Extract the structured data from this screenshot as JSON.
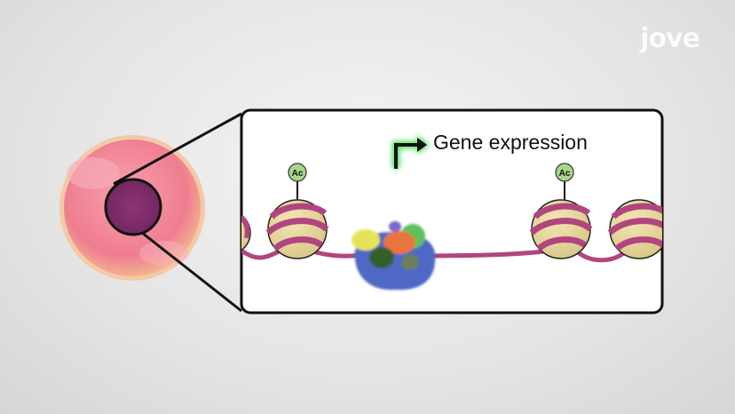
{
  "brand": {
    "logo_text": "jove"
  },
  "diagram": {
    "label": "Gene expression",
    "marker_label": "Ac",
    "colors": {
      "cell": "#f07f92",
      "nucleus": "#8a2f73",
      "nucleosome": "#e8d9a0",
      "dna": "#b0457f",
      "acetyl": "#a8d68a",
      "arrow": "#111111",
      "arrow_glow": "#38d84a"
    }
  }
}
